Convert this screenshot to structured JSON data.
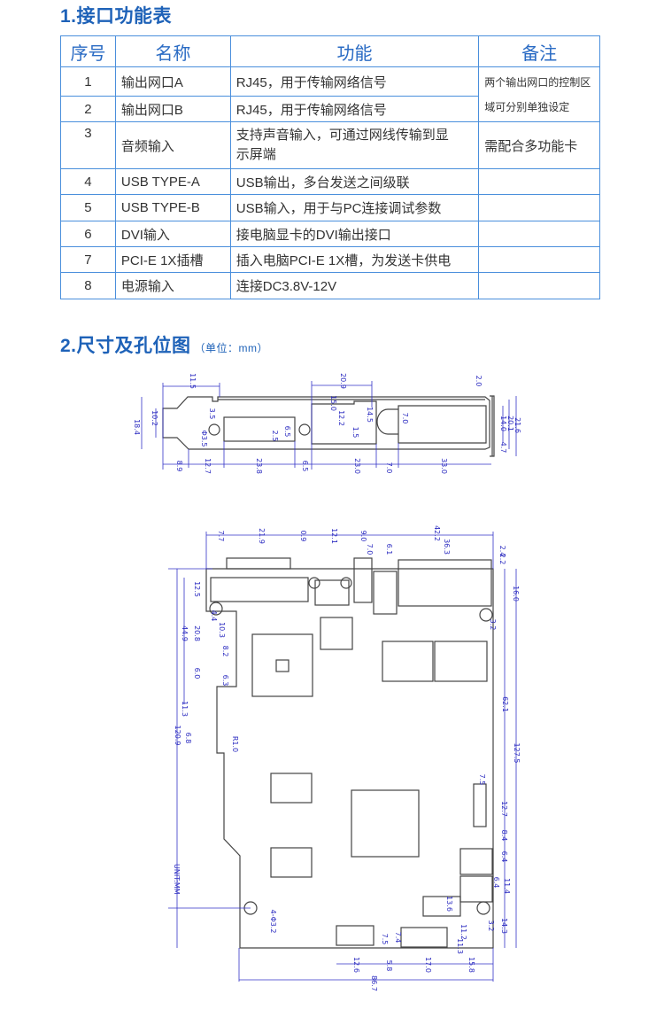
{
  "section1": {
    "title": "1.接口功能表"
  },
  "table": {
    "headers": [
      "序号",
      "名称",
      "功能",
      "备注"
    ],
    "rows": [
      {
        "no": "1",
        "name": "输出网口A",
        "func": "RJ45，用于传输网络信号",
        "note": "两个输出网口的控制区域可分别单独设定"
      },
      {
        "no": "2",
        "name": "输出网口B",
        "func": "RJ45，用于传输网络信号"
      },
      {
        "no": "3",
        "name": "音频输入",
        "func": "支持声音输入，可通过网线传输到显示屏端",
        "note": "需配合多功能卡"
      },
      {
        "no": "4",
        "name": "USB TYPE-A",
        "func": "USB输出，多台发送之间级联",
        "note": ""
      },
      {
        "no": "5",
        "name": "USB TYPE-B",
        "func": "USB输入，用于与PC连接调试参数",
        "note": ""
      },
      {
        "no": "6",
        "name": "DVI输入",
        "func": "接电脑显卡的DVI输出接口",
        "note": ""
      },
      {
        "no": "7",
        "name": "PCI-E 1X插槽",
        "func": "插入电脑PCI-E 1X槽，为发送卡供电",
        "note": ""
      },
      {
        "no": "8",
        "name": "电源输入",
        "func": "连接DC3.8V-12V",
        "note": ""
      }
    ]
  },
  "section2": {
    "title": "2.尺寸及孔位图",
    "unit": "（单位：mm）"
  },
  "bracket_dims": [
    "11.5",
    "18.4",
    "10.2",
    "3.5",
    "Φ3.5",
    "6.5",
    "2.5",
    "20.9",
    "15.0",
    "12.2",
    "1.5",
    "14.5",
    "7.0",
    "2.0",
    "14.0",
    "20.1",
    "21.6",
    "4.7",
    "8.9",
    "12.7",
    "23.8",
    "6.5",
    "23.0",
    "7.0",
    "33.0"
  ],
  "board_dims": [
    "7.7",
    "21.9",
    "0.9",
    "12.1",
    "9.0",
    "7.0",
    "6.1",
    "42.2",
    "36.3",
    "2.4",
    "2.2",
    "12.5",
    "44.9",
    "20.8",
    "4.4",
    "10.3",
    "8.2",
    "6.0",
    "6.3",
    "11.3",
    "6.8",
    "R1.0",
    "120.9",
    "16.0",
    "3.2",
    "62.1",
    "127.5",
    "7.5",
    "12.7",
    "8.4",
    "6.4",
    "6.4",
    "11.4",
    "13.6",
    "3.2",
    "14.3",
    "11.2",
    "11.3",
    "4-Φ3.2",
    "7.5",
    "7.4",
    "12.6",
    "5.8",
    "17.0",
    "15.8",
    "86.7"
  ],
  "board_unit_label": "UNIT:MM",
  "colors": {
    "accent": "#1e62b8",
    "table_border": "#4a8fdc",
    "dimension": "#3434c8"
  }
}
